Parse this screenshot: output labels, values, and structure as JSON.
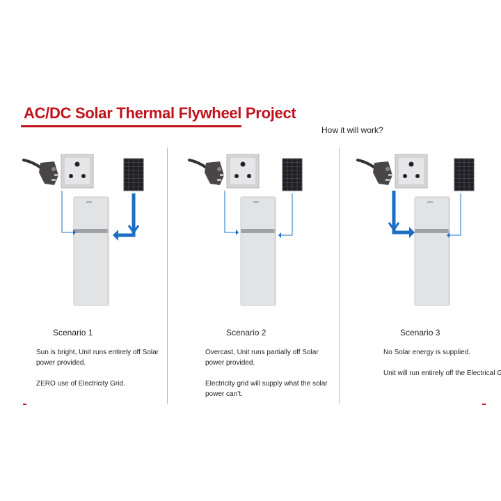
{
  "header": {
    "title": "AC/DC Solar Thermal Flywheel Project",
    "subtitle": "How it will work?"
  },
  "colors": {
    "accent": "#c0121b",
    "arrow": "#1a6fc4",
    "fridge": "#e2e3e5"
  },
  "scenarios": [
    {
      "title": "Scenario 1",
      "lines": [
        "Sun is bright, Unit runs entirely off Solar power provided.",
        "ZERO use of Electricity Grid."
      ],
      "grid_flow": "thin",
      "solar_flow": "thick"
    },
    {
      "title": "Scenario 2",
      "lines": [
        "Overcast, Unit runs partially off Solar power provided.",
        "Electricity grid will supply what the solar power can’t."
      ],
      "grid_flow": "thin",
      "solar_flow": "thin"
    },
    {
      "title": "Scenario 3",
      "lines": [
        "No Solar energy is supplied.",
        "Unit will run entirely off the Electrical Grid."
      ],
      "grid_flow": "thick",
      "solar_flow": "thin"
    }
  ],
  "icons": [
    "power-plug-icon",
    "wall-socket-icon",
    "solar-panel-icon",
    "fridge-icon",
    "arrow-icon"
  ]
}
